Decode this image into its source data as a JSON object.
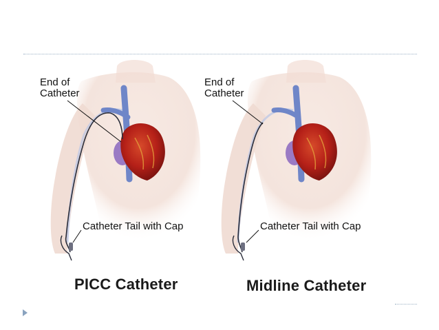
{
  "panels": [
    {
      "title": "PICC Catheter",
      "end_label": [
        "End of",
        "Catheter"
      ],
      "tail_label": "Catheter Tail with Cap"
    },
    {
      "title": "Midline Catheter",
      "end_label": [
        "End of",
        "Catheter"
      ],
      "tail_label": "Catheter Tail with Cap"
    }
  ],
  "colors": {
    "skin": "#f3e1d9",
    "vein": "#6f86c8",
    "heart": "#c0221c",
    "catheter": "#2a2d3a",
    "rule": "#9bb0c4"
  }
}
